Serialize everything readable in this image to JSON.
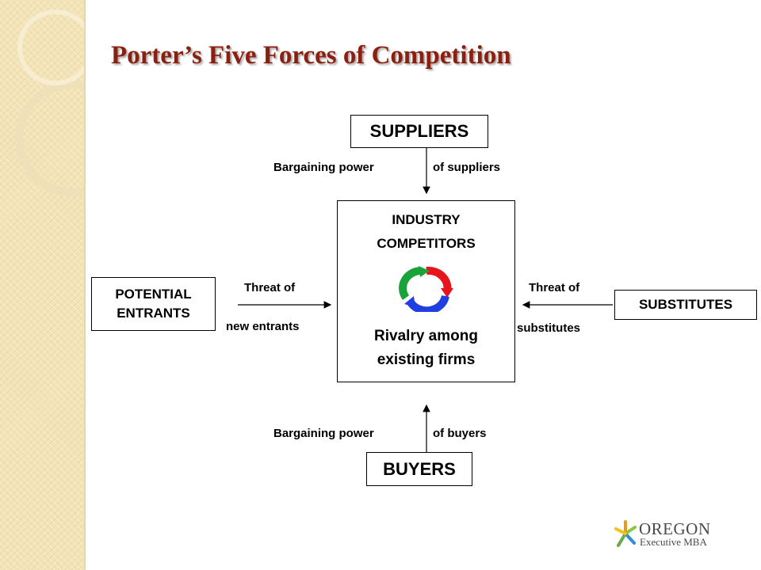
{
  "title": "Porter’s Five Forces of Competition",
  "suppliers": "SUPPLIERS",
  "buyers": "BUYERS",
  "potential_entrants": [
    "POTENTIAL",
    "ENTRANTS"
  ],
  "substitutes": "SUBSTITUTES",
  "industry": {
    "heading": [
      "INDUSTRY",
      "COMPETITORS"
    ],
    "rivalry": [
      "Rivalry among",
      "existing firms"
    ]
  },
  "labels": {
    "suppliers_left": "Bargaining power",
    "suppliers_right": "of suppliers",
    "buyers_left": "Bargaining power",
    "buyers_right": "of buyers",
    "entrants_top": "Threat of",
    "entrants_bottom": "new entrants",
    "substitutes_top": "Threat of",
    "substitutes_bottom": "substitutes"
  },
  "logo": {
    "name": "OREGON",
    "program": "Executive MBA",
    "icon": "star-burst-icon"
  },
  "colors": {
    "title": "#8b1f10",
    "cycle_red": "#e8141c",
    "cycle_blue": "#1f3fe0",
    "cycle_green": "#1aa33a"
  }
}
